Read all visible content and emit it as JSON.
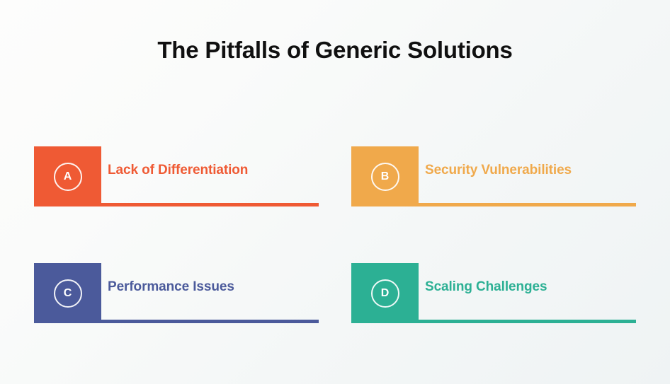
{
  "slide": {
    "title": "The Pitfalls of Generic Solutions",
    "background_start": "#fdfdfc",
    "background_end": "#eff3f4",
    "title_color": "#101010"
  },
  "cards": [
    {
      "letter": "A",
      "label": "Lack of Differentiation",
      "color": "#EF5A34",
      "badge_letter_color": "#ffffff"
    },
    {
      "letter": "B",
      "label": "Security Vulnerabilities",
      "color": "#F0A94B",
      "badge_letter_color": "#ffffff"
    },
    {
      "letter": "C",
      "label": "Performance Issues",
      "color": "#4B5A9B",
      "badge_letter_color": "#ffffff"
    },
    {
      "letter": "D",
      "label": "Scaling Challenges",
      "color": "#2CB094",
      "badge_letter_color": "#ffffff"
    }
  ]
}
